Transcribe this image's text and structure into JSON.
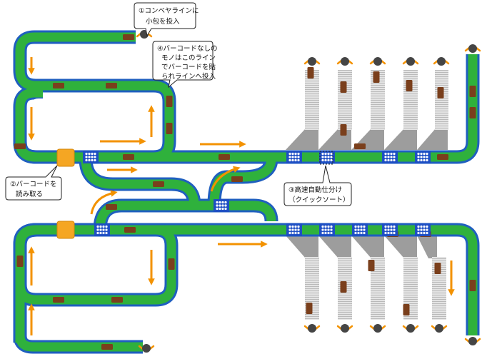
{
  "callouts": {
    "step1": {
      "line1": "①コンベヤラインに",
      "line2": "小包を投入"
    },
    "step2": {
      "line1": "②バーコードを",
      "line2": "読み取る"
    },
    "step3": {
      "line1": "③高速自動仕分け",
      "line2": "（クイックソート）"
    },
    "step4": {
      "line1": "④バーコードなしの",
      "line2": "モノはこのライン",
      "line3": "でバーコードを貼",
      "line4": "られラインへ投入"
    }
  },
  "colors": {
    "belt": "#2fb13c",
    "belt_edge": "#1f5fbf",
    "parcel": "#7a3f1c",
    "arrow": "#f39200",
    "scanner": "#f5a623",
    "sorter": "#1e4fc4",
    "chute": "#dcdcdc",
    "chute_funnel": "#9c9c9c",
    "operator": "#444444"
  },
  "icons": {
    "scanner": "barcode-scanner-icon",
    "sorter": "dot-matrix-sorter-icon",
    "operator": "worker-topview-icon",
    "parcel": "parcel-box-icon"
  }
}
